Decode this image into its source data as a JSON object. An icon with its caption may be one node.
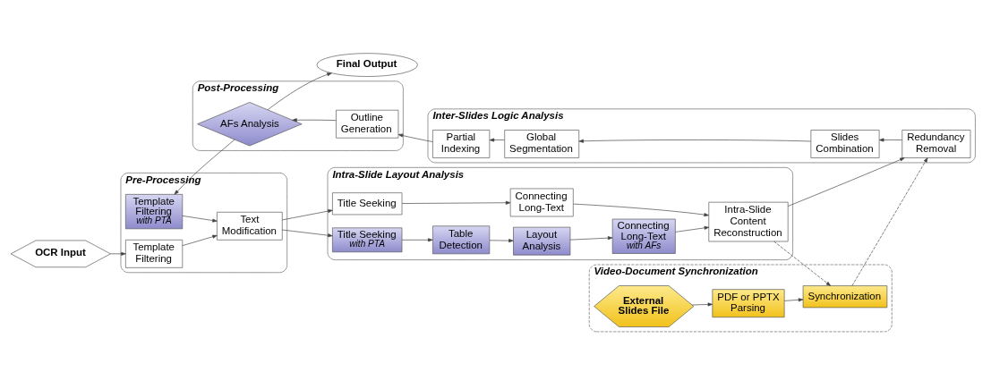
{
  "diagram": {
    "nodes": [
      {
        "text": [
          "OCR Input"
        ]
      },
      {
        "text": [
          "Pre-Processing"
        ]
      },
      {
        "text": [
          "Template Filtering"
        ],
        "in": 1
      },
      {
        "text": [
          "Template Filtering",
          "with PTA"
        ],
        "in": 1
      },
      {
        "text": [
          "Text Modification"
        ],
        "in": 1
      },
      {
        "text": [
          "Intra-Slide Layout Analysis"
        ]
      },
      {
        "text": [
          "Title Seeking"
        ],
        "in": 5
      },
      {
        "text": [
          "Connecting Long-Text"
        ],
        "in": 5
      },
      {
        "text": [
          "Title Seeking",
          "with PTA"
        ],
        "in": 5
      },
      {
        "text": [
          "Table Detection"
        ],
        "in": 5
      },
      {
        "text": [
          "Layout Analysis"
        ],
        "in": 5
      },
      {
        "text": [
          "Connecting Long-Text",
          "with AFs"
        ],
        "in": 5
      },
      {
        "text": [
          "Intra-Slide Content Reconstruction"
        ],
        "in": 5
      },
      {
        "text": [
          "Video-Document Synchronization"
        ]
      },
      {
        "text": [
          "External Slides File"
        ],
        "in": 13
      },
      {
        "text": [
          "PDF or PPTX Parsing"
        ],
        "in": 13
      },
      {
        "text": [
          "Synchronization"
        ],
        "in": 13
      },
      {
        "text": [
          "Post-Processing"
        ]
      },
      {
        "text": [
          "AFs Analysis"
        ],
        "in": 17
      },
      {
        "text": [
          "Outline Generation"
        ],
        "in": 17
      },
      {
        "text": [
          "Inter-Slides Logic Analysis"
        ]
      },
      {
        "text": [
          "Partial Indexing"
        ],
        "in": 20
      },
      {
        "text": [
          "Global Segmentation"
        ],
        "in": 20
      },
      {
        "text": [
          "Slides Combination"
        ],
        "in": 20
      },
      {
        "text": [
          "Redundancy Removal"
        ],
        "in": 20
      },
      {
        "text": [
          "Final Output"
        ]
      }
    ],
    "edges": [
      {
        "from": 0,
        "to": 2,
        "arrow": "to"
      },
      {
        "from": 2,
        "to": 4,
        "arrow": "to"
      },
      {
        "from": 3,
        "to": 4,
        "arrow": "to"
      },
      {
        "from": 4,
        "to": 6,
        "arrow": "to"
      },
      {
        "from": 4,
        "to": 8,
        "arrow": "to"
      },
      {
        "from": 6,
        "to": 7,
        "arrow": "to"
      },
      {
        "from": 7,
        "to": 12,
        "arrow": "to"
      },
      {
        "from": 8,
        "to": 9,
        "arrow": "to"
      },
      {
        "from": 9,
        "to": 10,
        "arrow": "to"
      },
      {
        "from": 10,
        "to": 11,
        "arrow": "to"
      },
      {
        "from": 11,
        "to": 12,
        "arrow": "to"
      },
      {
        "from": 12,
        "to": 16,
        "arrow": "to",
        "style": "dashed"
      },
      {
        "from": 14,
        "to": 15,
        "arrow": "to"
      },
      {
        "from": 15,
        "to": 16,
        "arrow": "to"
      },
      {
        "from": 16,
        "to": 24,
        "arrow": "to",
        "style": "dashed"
      },
      {
        "from": 12,
        "to": 24,
        "arrow": "to"
      },
      {
        "from": 24,
        "to": 23,
        "arrow": "to"
      },
      {
        "from": 23,
        "to": 22,
        "arrow": "to"
      },
      {
        "from": 22,
        "to": 21,
        "arrow": "to"
      },
      {
        "from": 21,
        "to": 19,
        "arrow": "to"
      },
      {
        "from": 19,
        "to": 18,
        "arrow": "to"
      },
      {
        "from": 18,
        "to": 25,
        "arrow": "to"
      },
      {
        "from": 18,
        "to": 3,
        "arrow": "to"
      }
    ]
  }
}
